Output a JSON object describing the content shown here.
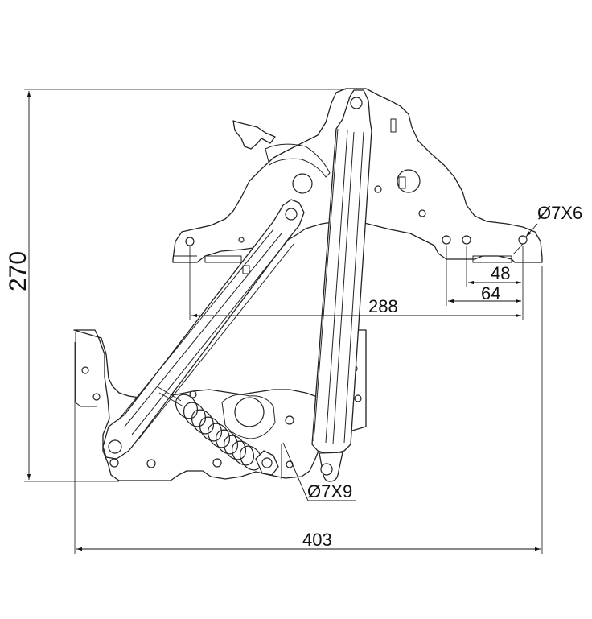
{
  "dimensions": {
    "overall_height": "270",
    "overall_width": "403",
    "base_hole_span": "288",
    "hole_span_64": "64",
    "hole_span_48": "48",
    "top_hole_spec": "Ø7X6",
    "bottom_hole_spec": "Ø7X9"
  }
}
